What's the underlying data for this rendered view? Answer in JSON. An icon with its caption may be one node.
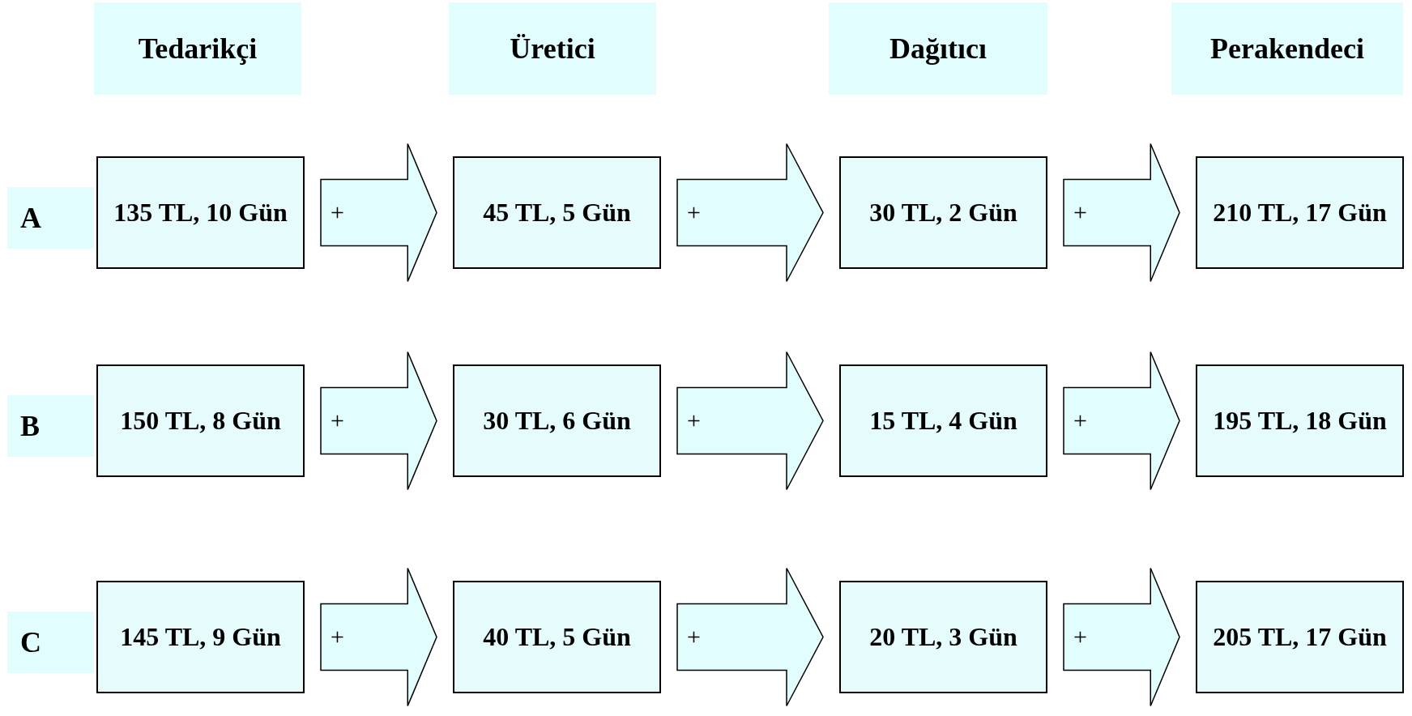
{
  "diagram": {
    "nodes": [
      {
        "text": [
          "Tedarikçi"
        ]
      },
      {
        "text": [
          "Üretici"
        ]
      },
      {
        "text": [
          "Dağıtıcı"
        ]
      },
      {
        "text": [
          "Perakendeci"
        ]
      },
      {
        "text": [
          "A"
        ]
      },
      {
        "text": [
          "135 TL, 10 Gün"
        ]
      },
      {
        "text": [
          "45 TL, 5 Gün"
        ]
      },
      {
        "text": [
          "30 TL, 2 Gün"
        ]
      },
      {
        "text": [
          "210 TL, 17 Gün"
        ]
      },
      {
        "text": [
          "B"
        ]
      },
      {
        "text": [
          "150 TL, 8 Gün"
        ]
      },
      {
        "text": [
          "30 TL, 6 Gün"
        ]
      },
      {
        "text": [
          "15 TL, 4 Gün"
        ]
      },
      {
        "text": [
          "195 TL, 18 Gün"
        ]
      },
      {
        "text": [
          "C"
        ]
      },
      {
        "text": [
          "145 TL, 9 Gün"
        ]
      },
      {
        "text": [
          "40 TL, 5 Gün"
        ]
      },
      {
        "text": [
          "20 TL, 3 Gün"
        ]
      },
      {
        "text": [
          "205 TL, 17 Gün"
        ]
      }
    ],
    "edges": [
      {
        "from": 5,
        "to": 6,
        "arrow": "to",
        "label": "+"
      },
      {
        "from": 6,
        "to": 7,
        "arrow": "to",
        "label": "+"
      },
      {
        "from": 7,
        "to": 8,
        "arrow": "to",
        "label": "+"
      },
      {
        "from": 10,
        "to": 11,
        "arrow": "to",
        "label": "+"
      },
      {
        "from": 11,
        "to": 12,
        "arrow": "to",
        "label": "+"
      },
      {
        "from": 12,
        "to": 13,
        "arrow": "to",
        "label": "+"
      },
      {
        "from": 15,
        "to": 16,
        "arrow": "to",
        "label": "+"
      },
      {
        "from": 16,
        "to": 17,
        "arrow": "to",
        "label": "+"
      },
      {
        "from": 17,
        "to": 18,
        "arrow": "to",
        "label": "+"
      }
    ]
  }
}
